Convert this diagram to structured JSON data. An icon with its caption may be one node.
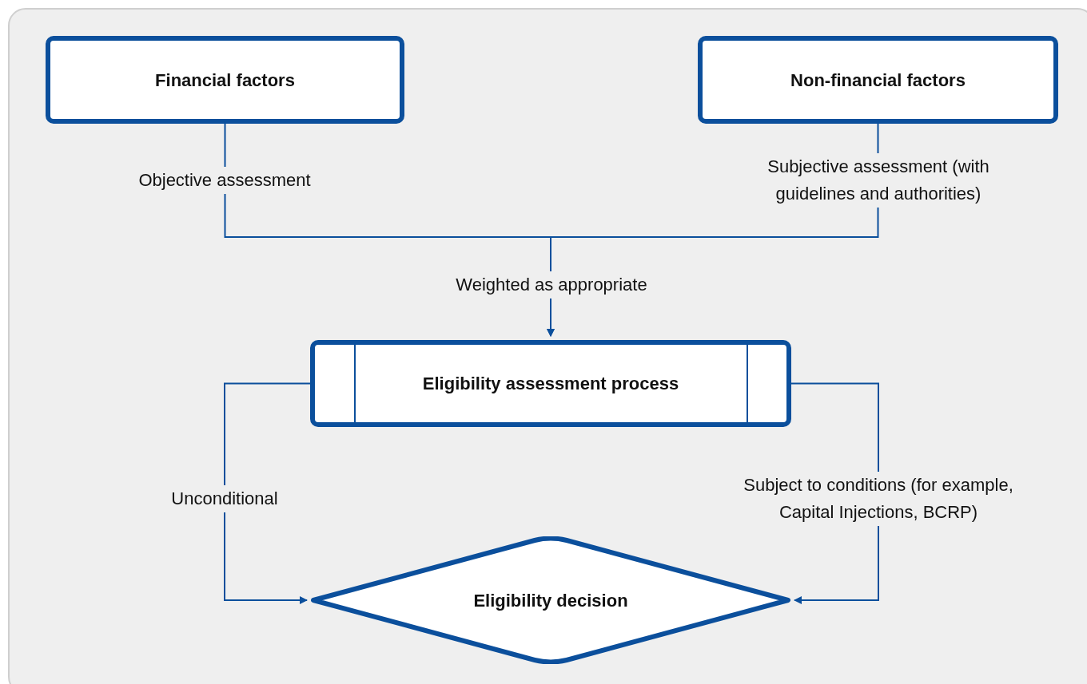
{
  "diagram": {
    "nodes": [
      {
        "text": [
          "Financial factors"
        ]
      },
      {
        "text": [
          "Non-financial factors"
        ]
      },
      {
        "text": [
          "Eligibility assessment process"
        ]
      },
      {
        "text": [
          "Eligibility decision"
        ]
      }
    ],
    "edges": [
      {
        "from": 0,
        "to": 2,
        "arrow": "to",
        "label": "Objective assessment"
      },
      {
        "from": 1,
        "to": 2,
        "arrow": "to",
        "label": "Subjective assessment (with guidelines and authorities)"
      },
      {
        "from": 2,
        "to": 3,
        "arrow": "to",
        "label": "Unconditional"
      },
      {
        "from": 2,
        "to": 3,
        "arrow": "to",
        "label": "Subject to conditions (for example, Capital Injections, BCRP)"
      }
    ],
    "labels": [
      "Weighted as appropriate"
    ]
  }
}
